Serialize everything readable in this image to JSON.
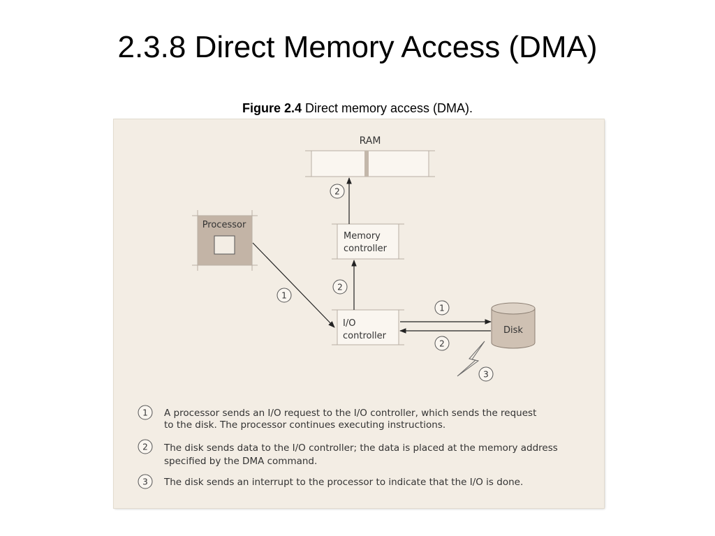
{
  "slide": {
    "title": "2.3.8 Direct Memory Access (DMA)"
  },
  "caption": {
    "label": "Figure 2.4",
    "text": "Direct memory access (DMA)."
  },
  "diagram": {
    "ram_label": "RAM",
    "processor_label": "Processor",
    "memory_controller_lines": [
      "Memory",
      "controller"
    ],
    "io_controller_lines": [
      "I/O",
      "controller"
    ],
    "disk_label": "Disk",
    "step_markers": {
      "processor_to_io": "1",
      "io_to_memory": "2",
      "memory_to_ram": "2",
      "io_to_disk": "1",
      "disk_to_io": "2",
      "interrupt": "3"
    }
  },
  "legend": [
    {
      "number": "1",
      "lines": [
        "A processor sends an I/O request to the I/O controller, which sends the request",
        "to the disk. The processor continues executing instructions."
      ]
    },
    {
      "number": "2",
      "lines": [
        "The disk sends data to the I/O controller; the data is placed at the memory address",
        "specified by the DMA command."
      ]
    },
    {
      "number": "3",
      "lines": [
        "The disk sends an interrupt to the processor to indicate that the I/O is done."
      ]
    }
  ],
  "colors": {
    "figure_background": "#f3ede4",
    "processor_fill": "#c3b4a6",
    "disk_fill": "#cfc1b3",
    "ram_marker": "#c3b7aa"
  }
}
